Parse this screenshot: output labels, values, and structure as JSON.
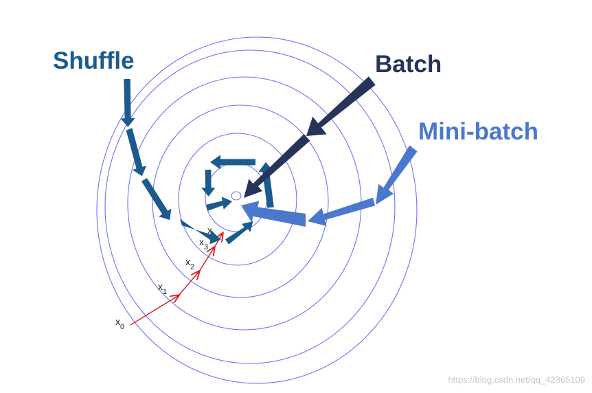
{
  "labels": {
    "shuffle": "Shuffle",
    "batch": "Batch",
    "minibatch": "Mini-batch"
  },
  "points": {
    "x_main": "x",
    "i0": "0",
    "i1": "1",
    "i2": "2",
    "i3": "3",
    "x_top": "x"
  },
  "watermark": "https://blog.csdn.net/qq_42365109",
  "colors": {
    "contour": "#6f6fff",
    "path_red": "#e02020",
    "shuffle": "#1a5a8e",
    "batch": "#26345a",
    "minibatch": "#4a78cc"
  }
}
